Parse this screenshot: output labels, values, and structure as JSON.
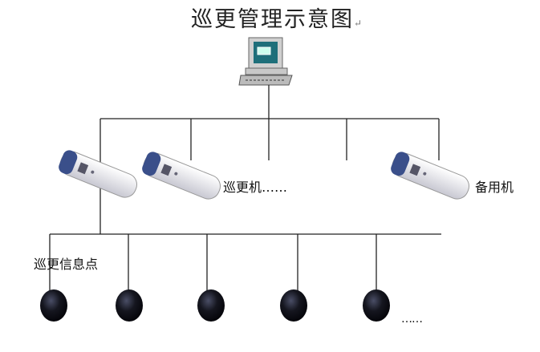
{
  "title": "巡更管理示意图",
  "title_mark": "↵",
  "labels": {
    "scanner": "巡更机……",
    "spare": "备用机",
    "point": "巡更信息点",
    "more_points": "……"
  },
  "colors": {
    "line": "#222222",
    "scanner_body": "#e8e8ee",
    "scanner_cap": "#3a4f8a",
    "point": "#15161f",
    "monitor_screen": "#1e6f7a"
  }
}
